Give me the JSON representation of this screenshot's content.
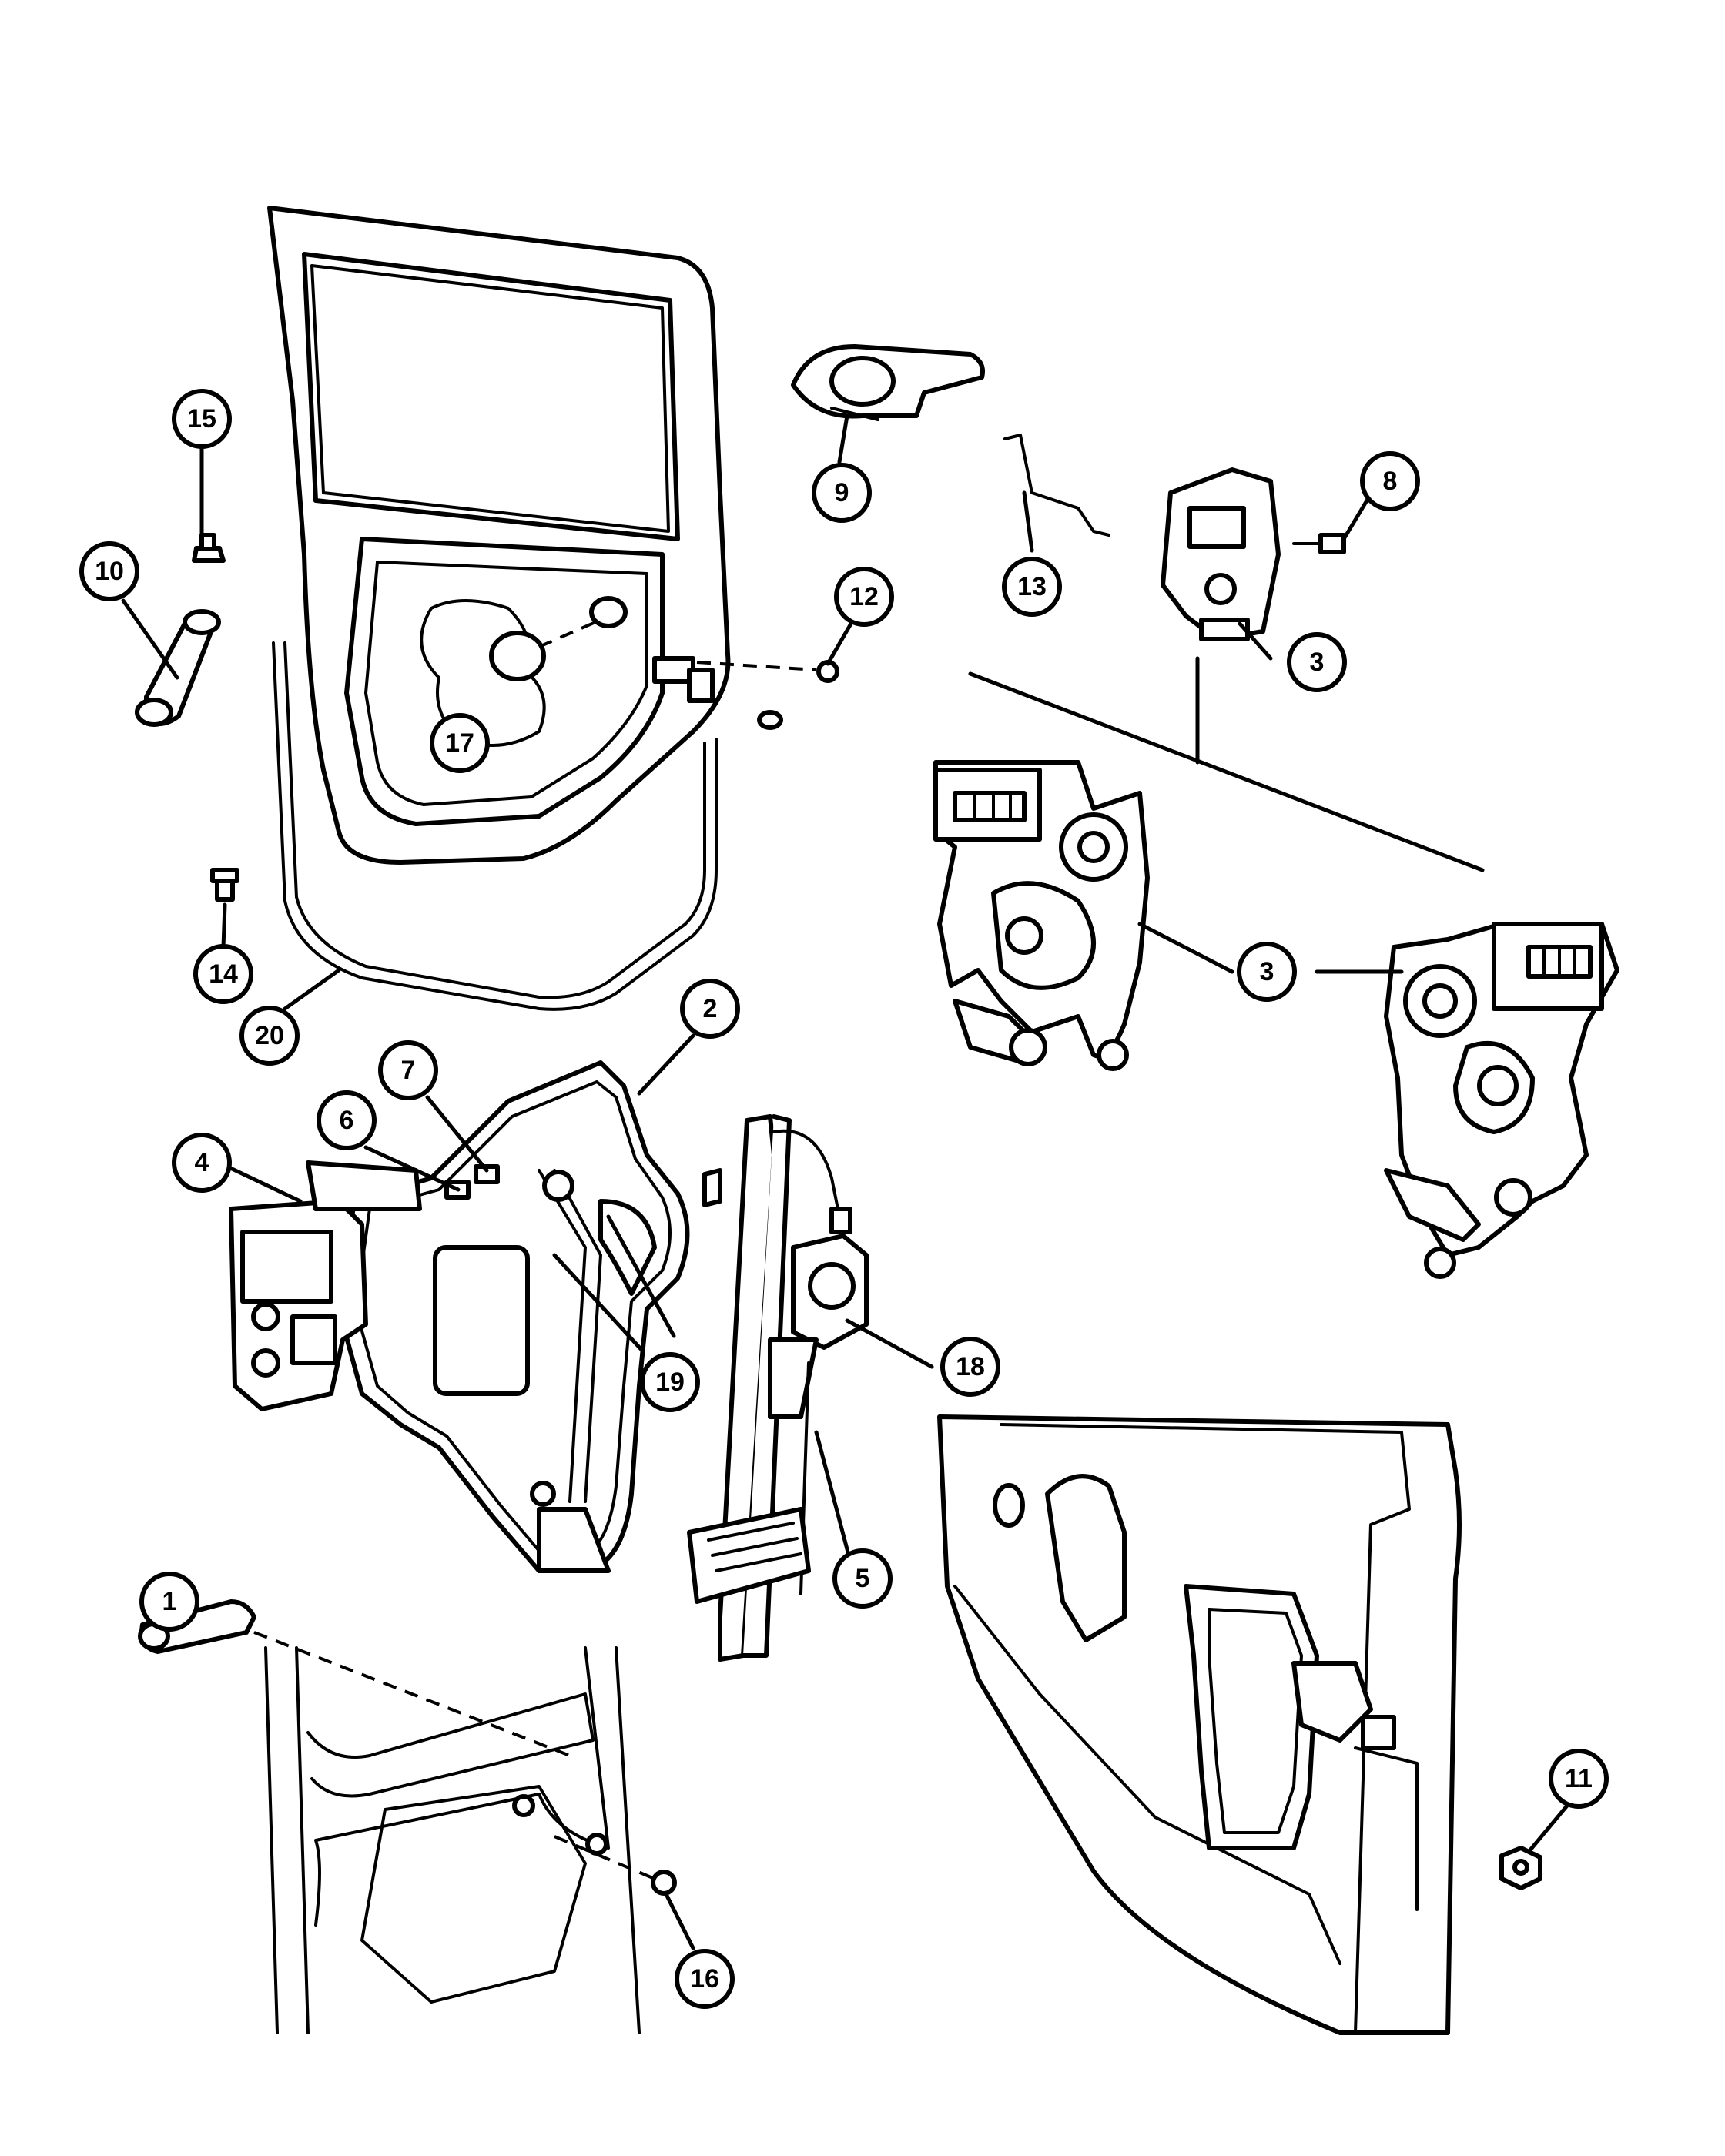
{
  "callouts": [
    {
      "id": "c15",
      "label": "15"
    },
    {
      "id": "c10",
      "label": "10"
    },
    {
      "id": "c9",
      "label": "9"
    },
    {
      "id": "c13",
      "label": "13"
    },
    {
      "id": "c8",
      "label": "8"
    },
    {
      "id": "c12",
      "label": "12"
    },
    {
      "id": "c17",
      "label": "17"
    },
    {
      "id": "c3a",
      "label": "3"
    },
    {
      "id": "c3b",
      "label": "3"
    },
    {
      "id": "c14",
      "label": "14"
    },
    {
      "id": "c20",
      "label": "20"
    },
    {
      "id": "c2",
      "label": "2"
    },
    {
      "id": "c7",
      "label": "7"
    },
    {
      "id": "c6",
      "label": "6"
    },
    {
      "id": "c4",
      "label": "4"
    },
    {
      "id": "c19",
      "label": "19"
    },
    {
      "id": "c18",
      "label": "18"
    },
    {
      "id": "c5",
      "label": "5"
    },
    {
      "id": "c1",
      "label": "1"
    },
    {
      "id": "c11",
      "label": "11"
    },
    {
      "id": "c16",
      "label": "16"
    }
  ]
}
